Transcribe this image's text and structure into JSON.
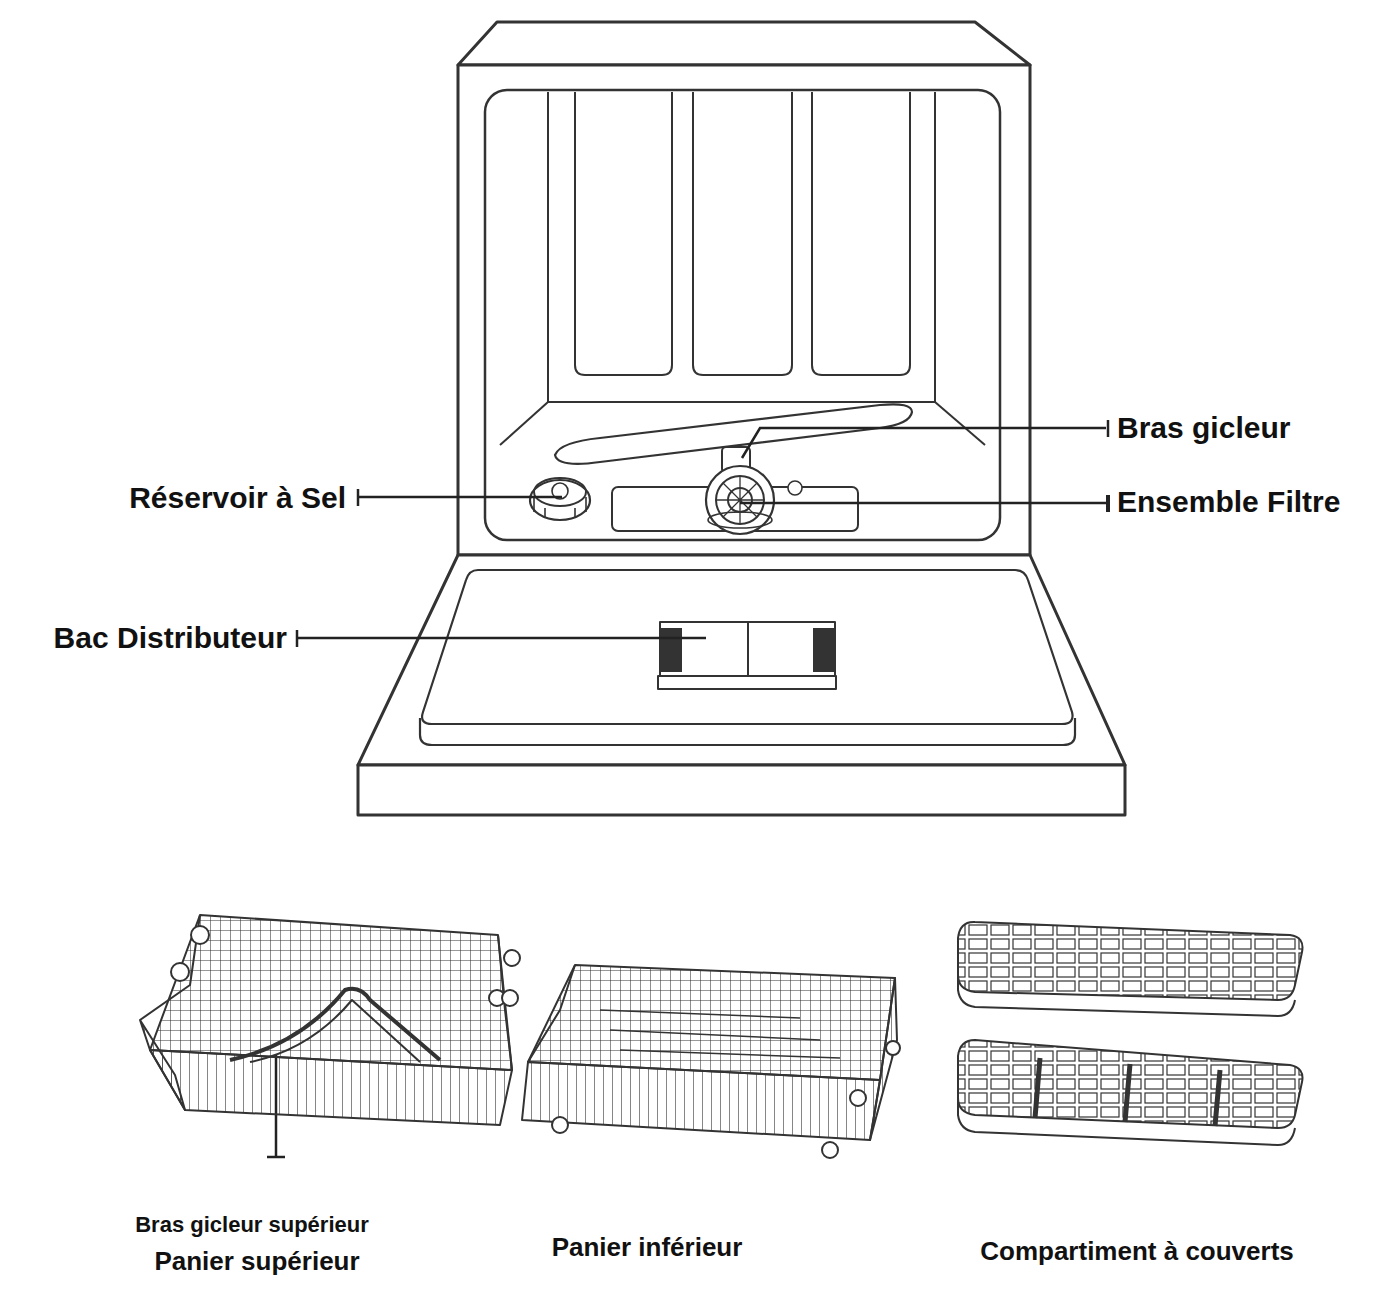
{
  "diagram": {
    "labels": [
      "Bras gicleur",
      "Réservoir à Sel",
      "Ensemble Filtre",
      "Bac Distributeur",
      "Bras gicleur supérieur",
      "Panier supérieur",
      "Panier inférieur",
      "Compartiment à couverts"
    ]
  }
}
